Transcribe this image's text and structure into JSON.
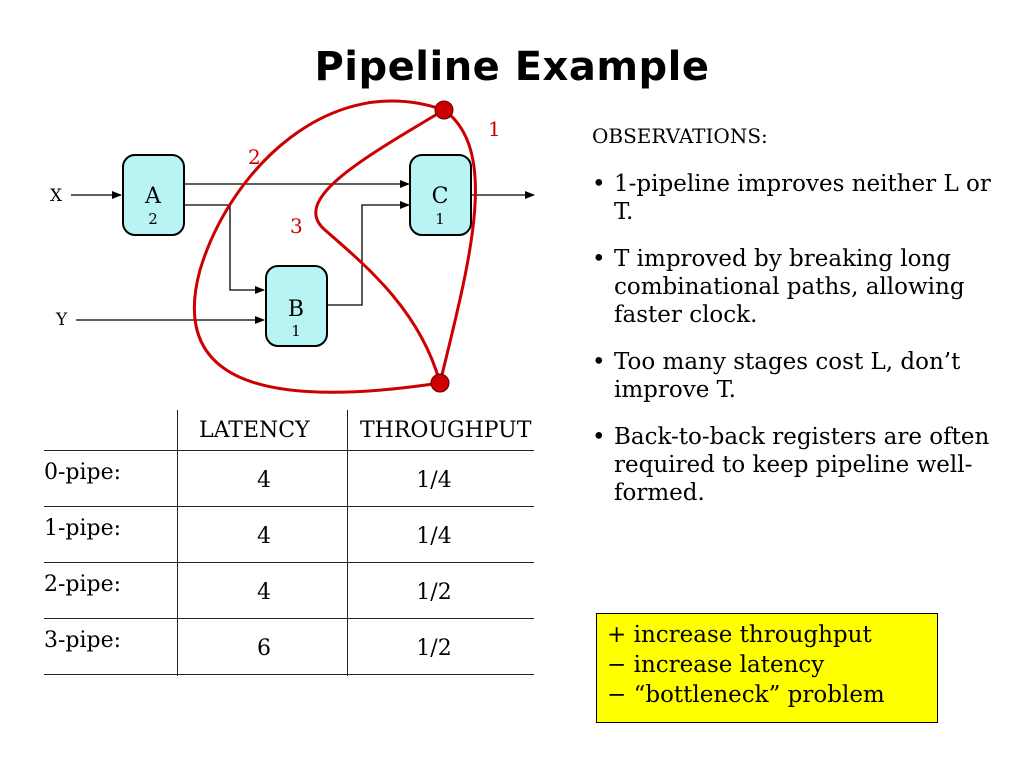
{
  "title": "Pipeline Example",
  "diagram": {
    "inputs": [
      "X",
      "Y"
    ],
    "nodes": [
      {
        "id": "A",
        "latency": "2"
      },
      {
        "id": "B",
        "latency": "1"
      },
      {
        "id": "C",
        "latency": "1"
      }
    ],
    "contour_labels": [
      "1",
      "2",
      "3"
    ],
    "colors": {
      "node_fill": "#b8f4f4",
      "contour": "#cc0000",
      "register_dot": "#cc0000"
    }
  },
  "table": {
    "headers": [
      "LATENCY",
      "THROUGHPUT"
    ],
    "rows": [
      {
        "label": "0-pipe:",
        "latency": "4",
        "throughput": "1/4"
      },
      {
        "label": "1-pipe:",
        "latency": "4",
        "throughput": "1/4"
      },
      {
        "label": "2-pipe:",
        "latency": "4",
        "throughput": "1/2"
      },
      {
        "label": "3-pipe:",
        "latency": "6",
        "throughput": "1/2"
      }
    ]
  },
  "observations": {
    "title": "OBSERVATIONS:",
    "bullets": [
      "1-pipeline improves neither L or T.",
      "T improved by breaking long combinational paths, allowing faster clock.",
      "Too many stages cost L, don’t improve T.",
      "Back-to-back registers are often required to keep pipeline well-formed."
    ]
  },
  "summary_box": {
    "lines": [
      "+ increase throughput",
      "− increase latency",
      "− “bottleneck” problem"
    ],
    "background": "#ffff00"
  }
}
